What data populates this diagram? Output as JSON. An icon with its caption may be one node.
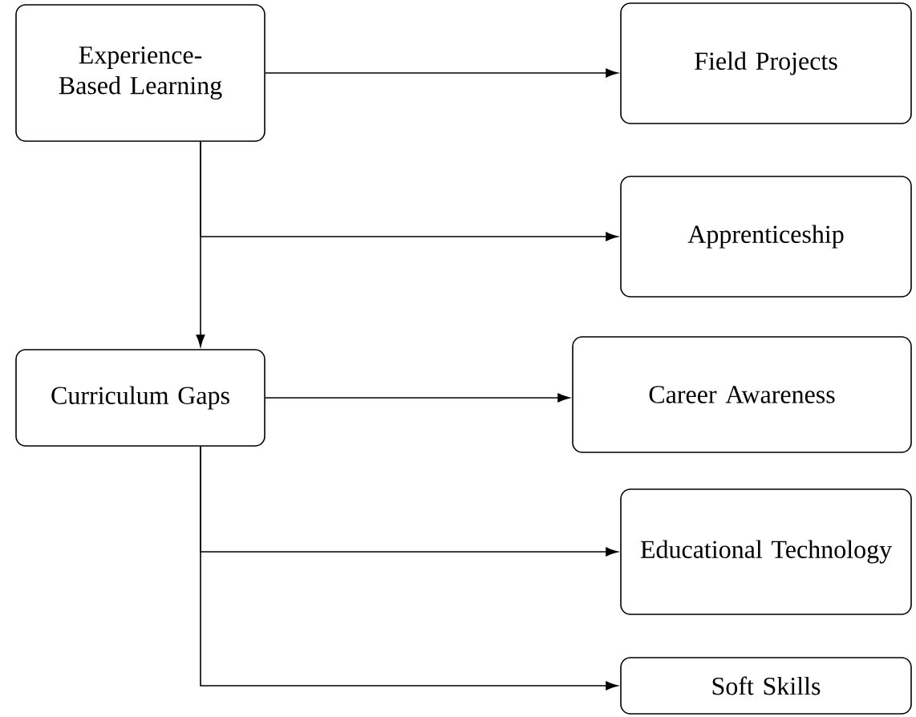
{
  "diagram": {
    "nodes": [
      {
        "text": [
          "Experience-Based Learning"
        ]
      },
      {
        "text": [
          "Field Projects"
        ]
      },
      {
        "text": [
          "Apprenticeship"
        ]
      },
      {
        "text": [
          "Curriculum Gaps"
        ]
      },
      {
        "text": [
          "Career Awareness"
        ]
      },
      {
        "text": [
          "Educational Technology"
        ]
      },
      {
        "text": [
          "Soft Skills"
        ]
      }
    ],
    "edges": [
      {
        "from": 0,
        "to": 1,
        "arrow": "to"
      },
      {
        "from": 0,
        "to": 2,
        "arrow": "to"
      },
      {
        "from": 0,
        "to": 3,
        "arrow": "to"
      },
      {
        "from": 3,
        "to": 4,
        "arrow": "to"
      },
      {
        "from": 3,
        "to": 5,
        "arrow": "to"
      },
      {
        "from": 3,
        "to": 6,
        "arrow": "to"
      }
    ]
  }
}
